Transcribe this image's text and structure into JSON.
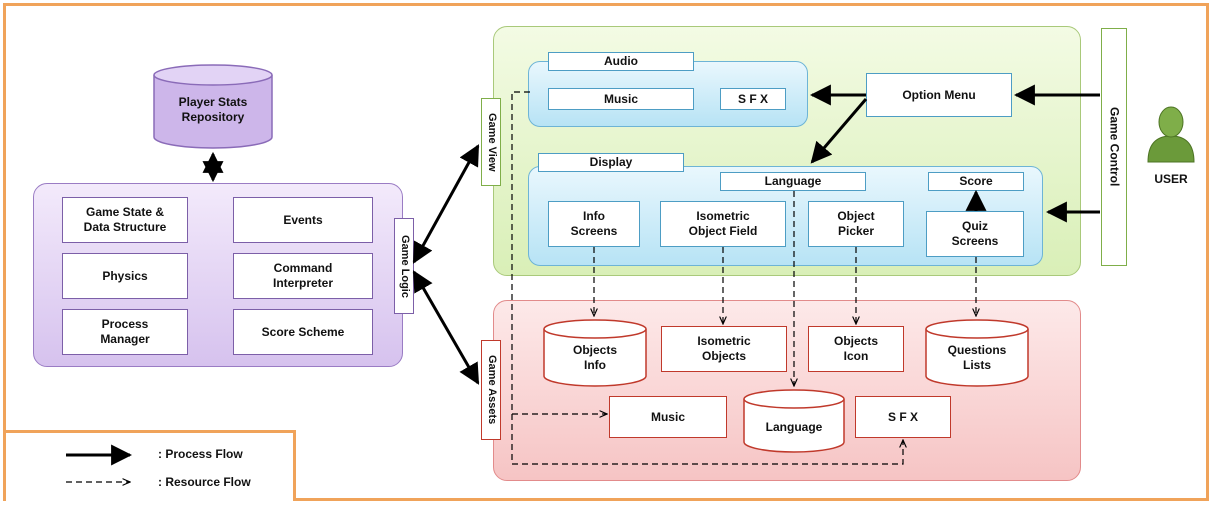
{
  "game_logic": {
    "label": "Game Logic",
    "items": [
      "Game State &\nData Structure",
      "Events",
      "Physics",
      "Command\nInterpreter",
      "Process\nManager",
      "Score Scheme"
    ]
  },
  "player_stats": "Player Stats\nRepository",
  "game_view": {
    "label": "Game View",
    "audio": {
      "title": "Audio",
      "music": "Music",
      "sfx": "S F X"
    },
    "option_menu": "Option Menu",
    "display": {
      "title": "Display",
      "language": "Language",
      "score": "Score",
      "items": [
        "Info\nScreens",
        "Isometric\nObject Field",
        "Object\nPicker",
        "Quiz\nScreens"
      ]
    }
  },
  "game_control": "Game Control",
  "user": "USER",
  "game_assets": {
    "label": "Game Assets",
    "objects_info": "Objects\nInfo",
    "isometric_objects": "Isometric\nObjects",
    "objects_icon": "Objects\nIcon",
    "questions_lists": "Questions\nLists",
    "music": "Music",
    "language": "Language",
    "sfx": "S F X"
  },
  "legend": {
    "process_flow": ": Process Flow",
    "resource_flow": ": Resource Flow"
  },
  "colors": {
    "frame": "#f0a35a",
    "logic": "#d6c2ee",
    "view": "#d9efb7",
    "assets": "#f6c4c4",
    "display": "#b7e3f5",
    "user": "#6b9a3a"
  }
}
